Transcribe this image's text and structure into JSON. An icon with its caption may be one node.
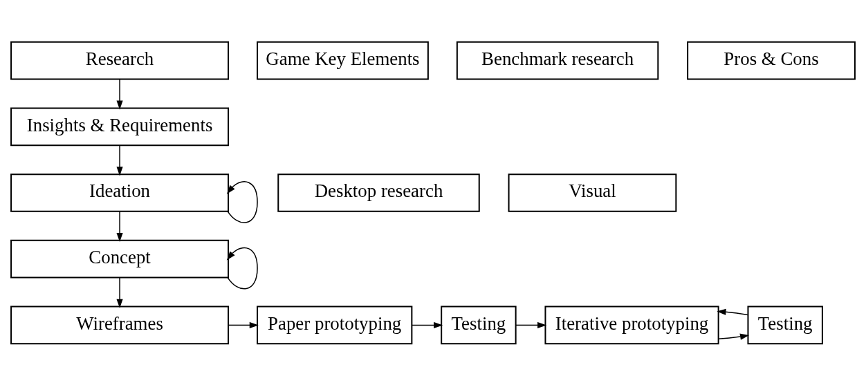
{
  "diagram": {
    "nodes": [
      {
        "text": [
          "Research"
        ]
      },
      {
        "text": [
          "Insights & Requirements"
        ]
      },
      {
        "text": [
          "Ideation"
        ]
      },
      {
        "text": [
          "Game Key Elements"
        ]
      },
      {
        "text": [
          "Desktop research"
        ]
      },
      {
        "text": [
          "Visual"
        ]
      },
      {
        "text": [
          "Benchmark research"
        ]
      },
      {
        "text": [
          "Pros & Cons"
        ]
      },
      {
        "text": [
          "Concept"
        ]
      },
      {
        "text": [
          "Wireframes"
        ]
      },
      {
        "text": [
          "Paper prototyping"
        ]
      },
      {
        "text": [
          "Testing"
        ]
      },
      {
        "text": [
          "Iterative prototyping"
        ]
      },
      {
        "text": [
          "Testing"
        ]
      }
    ],
    "edges": [
      {
        "from": 0,
        "to": 1,
        "arrow": "to"
      },
      {
        "from": 1,
        "to": 2,
        "arrow": "to"
      },
      {
        "from": 2,
        "to": 2,
        "arrow": "to"
      },
      {
        "from": 2,
        "to": 8,
        "arrow": "to"
      },
      {
        "from": 8,
        "to": 8,
        "arrow": "to"
      },
      {
        "from": 8,
        "to": 9,
        "arrow": "to"
      },
      {
        "from": 9,
        "to": 10,
        "arrow": "to"
      },
      {
        "from": 10,
        "to": 11,
        "arrow": "to"
      },
      {
        "from": 11,
        "to": 12,
        "arrow": "to"
      },
      {
        "from": 12,
        "to": 13,
        "arrow": "to"
      },
      {
        "from": 13,
        "to": 12,
        "arrow": "to"
      }
    ]
  }
}
